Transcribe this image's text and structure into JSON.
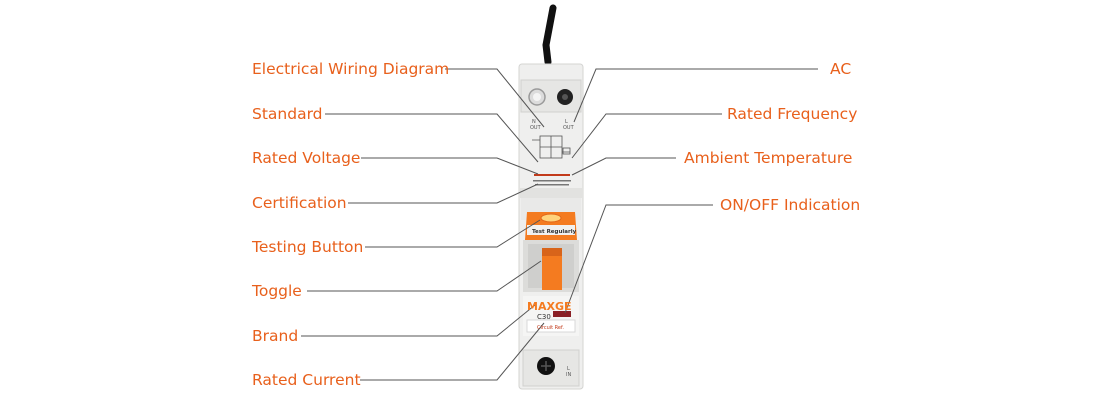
{
  "callouts": {
    "left": [
      "Electrical Wiring Diagram",
      "Standard",
      "Rated Voltage",
      "Certification",
      "Testing Button",
      "Toggle",
      "Brand",
      "Rated Current"
    ],
    "right": [
      "AC",
      "Rated Frequency",
      "Ambient Temperature",
      "ON/OFF Indication"
    ]
  },
  "device": {
    "terminal_top_left": "N\nOUT",
    "terminal_top_right": "L\nOUT",
    "test_button_label": "Test Regularly",
    "brand": "MAXGE",
    "rating": "C30",
    "circuit_label": "Circuit Ref.",
    "terminal_bottom": "L\nIN",
    "body_color": "#efefee",
    "accent_color": "#f47b20",
    "label_color": "#e8601c"
  }
}
